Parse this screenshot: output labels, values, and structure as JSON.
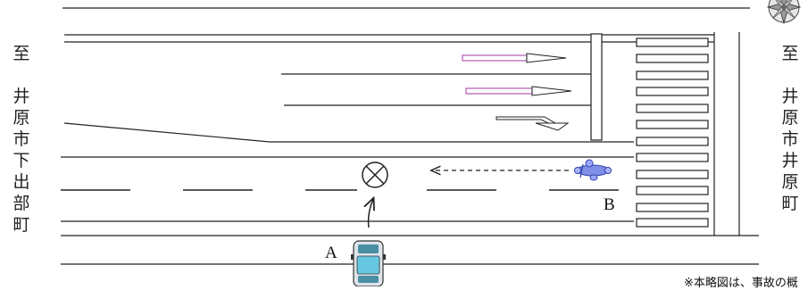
{
  "direction_left": "至 井原市下出部町",
  "direction_right": "至 井原市井原町",
  "vehicle_a_label": "A",
  "vehicle_b_label": "B",
  "footnote": "※本略図は、事故の概"
}
